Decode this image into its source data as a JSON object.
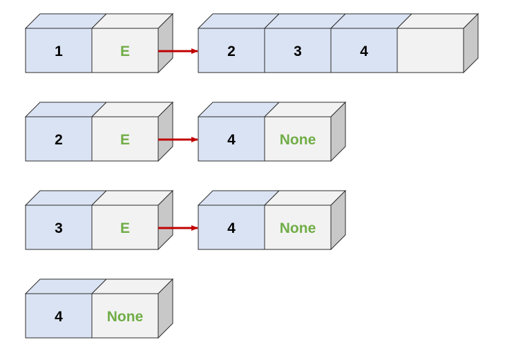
{
  "colors": {
    "key_fill": "#dae3f3",
    "value_fill": "#f2f2f2",
    "side_fill": "#c8c8c8",
    "outline": "#2b2b2b",
    "arrow": "#c00000",
    "key_text": "#000000",
    "value_text": "#70ad47"
  },
  "rows": [
    {
      "node": {
        "key": "1",
        "value": "E"
      },
      "target": {
        "cells": [
          {
            "text": "2",
            "kind": "key"
          },
          {
            "text": "3",
            "kind": "key"
          },
          {
            "text": "4",
            "kind": "key"
          },
          {
            "text": "",
            "kind": "value"
          }
        ]
      }
    },
    {
      "node": {
        "key": "2",
        "value": "E"
      },
      "target": {
        "cells": [
          {
            "text": "4",
            "kind": "key"
          },
          {
            "text": "None",
            "kind": "value"
          }
        ]
      }
    },
    {
      "node": {
        "key": "3",
        "value": "E"
      },
      "target": {
        "cells": [
          {
            "text": "4",
            "kind": "key"
          },
          {
            "text": "None",
            "kind": "value"
          }
        ]
      }
    },
    {
      "node": {
        "key": "4",
        "value": "None"
      },
      "target": null
    }
  ]
}
